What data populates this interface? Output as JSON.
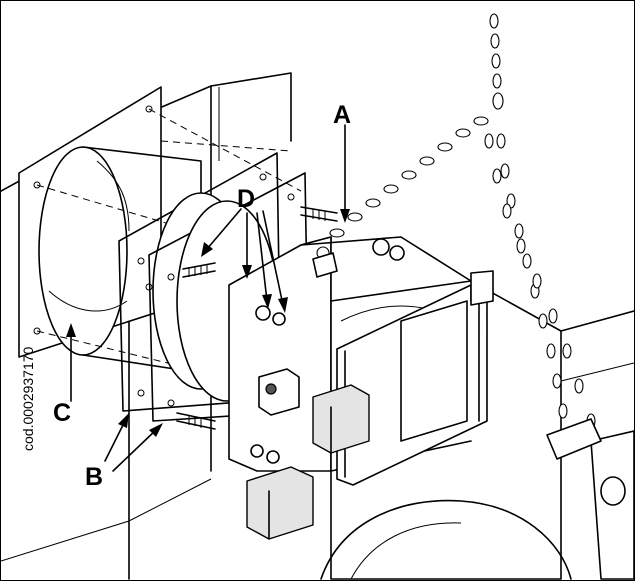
{
  "callouts": {
    "A": "A",
    "B": "B",
    "C": "C",
    "D": "D"
  },
  "drawing_code": "cod.0002937170",
  "colors": {
    "line": "#000000",
    "background": "#ffffff",
    "gasket_fill": "#e4e4e4"
  }
}
